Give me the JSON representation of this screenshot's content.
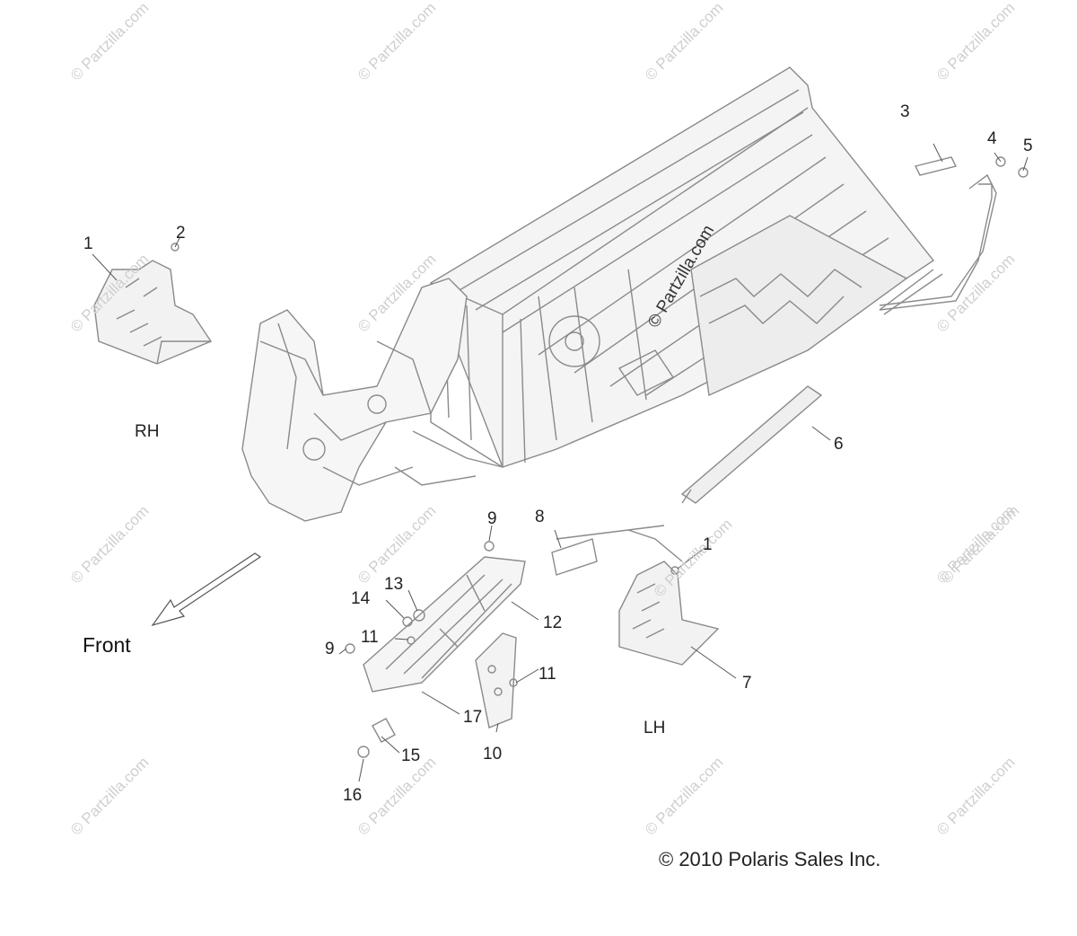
{
  "diagram": {
    "callouts": {
      "c1_rh": "1",
      "c2": "2",
      "c3": "3",
      "c4": "4",
      "c5": "5",
      "c6": "6",
      "c7": "7",
      "c8": "8",
      "c9_top": "9",
      "c9_bottom": "9",
      "c10": "10",
      "c11_left": "11",
      "c11_right": "11",
      "c12": "12",
      "c13": "13",
      "c14": "14",
      "c15": "15",
      "c16": "16",
      "c17": "17",
      "c1_lh": "1"
    },
    "labels": {
      "rh": "RH",
      "lh": "LH",
      "front": "Front"
    },
    "copyright": "© 2010 Polaris Sales Inc.",
    "watermark": "© Partzilla.com"
  }
}
